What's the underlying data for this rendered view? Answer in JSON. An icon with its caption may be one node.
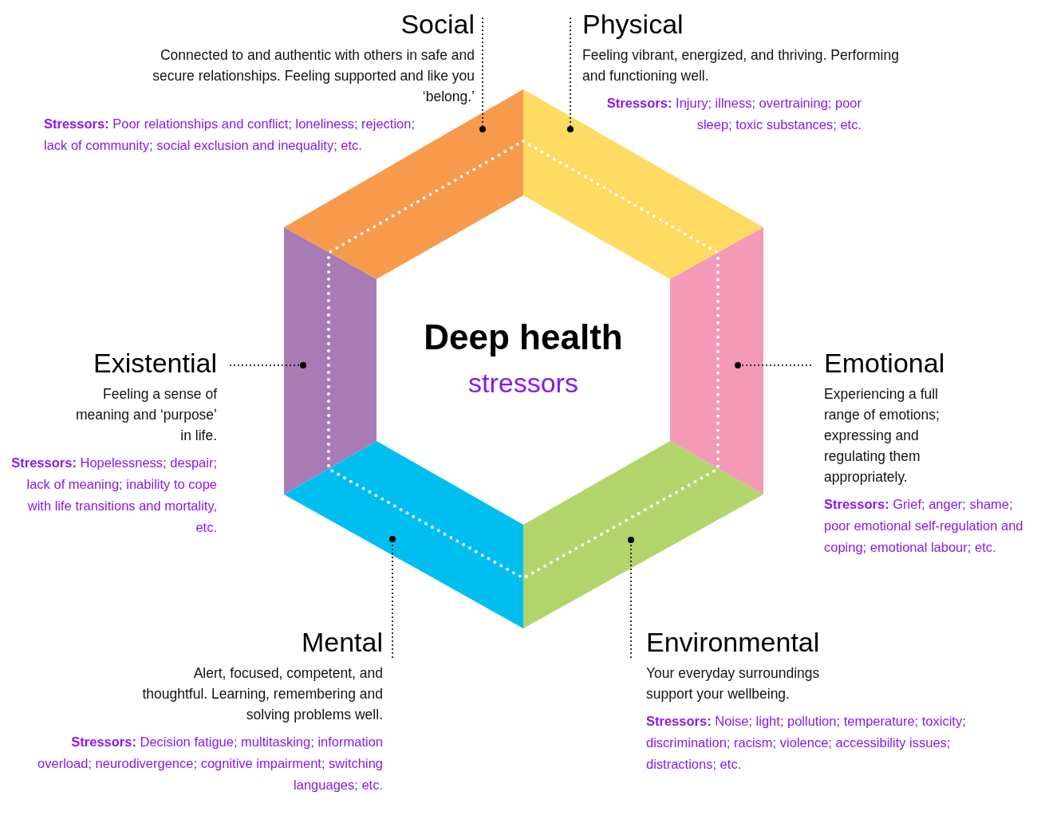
{
  "diagram": {
    "nodes": [
      {
        "text": [
          "Social",
          "Connected to and authentic with others in safe and secure relationships. Feeling supported and like you ‘belong.’",
          "**Stressors:** Poor relationships and conflict;  loneliness;  rejection;  lack of community;  social exclusion and inequality; etc."
        ]
      },
      {
        "text": [
          "Physical",
          "Feeling vibrant, energized, and thriving. Performing and functioning well.",
          "**Stressors:** Injury;  illness;  overtraining;  poor sleep;  toxic substances; etc."
        ]
      },
      {
        "text": [
          "Deep health",
          "stressors"
        ]
      },
      {
        "text": [],
        "shape": "trapezoid"
      },
      {
        "text": [],
        "shape": "trapezoid"
      },
      {
        "text": [],
        "shape": "trapezoid"
      },
      {
        "text": [],
        "shape": "trapezoid"
      },
      {
        "text": [],
        "shape": "trapezoid"
      },
      {
        "text": [],
        "shape": "trapezoid"
      },
      {
        "text": [
          "Existential",
          "Feeling a sense of meaning and ‘purpose’ in life.",
          "**Stressors:** Hopelessness;  despair;  lack of meaning;  inability to cope with life transitions and mortality, etc."
        ]
      },
      {
        "text": [
          "Emotional",
          "Experiencing a full range of emotions; expressing and regulating them appropriately.",
          "**Stressors:** Grief;  anger;  shame;  poor emotional self-regulation and coping;  emotional labour; etc."
        ]
      },
      {
        "text": [
          "Mental",
          "Alert, focused, competent, and thoughtful. Learning, remembering and solving problems well.",
          "**Stressors:** Decision fatigue;  multitasking;  information overload;  neurodivergence;  cognitive impairment;  switching languages; etc."
        ]
      },
      {
        "text": [
          "Environmental",
          "Your everyday surroundings support your wellbeing.",
          "**Stressors:** Noise;  light;  pollution;  temperature;  toxicity;  discrimination;  racism;  violence;  accessibility issues;  distractions; etc."
        ]
      }
    ],
    "edges": [
      {
        "from": 0,
        "to": 3,
        "arrow": "other",
        "style": "dashed"
      },
      {
        "from": 1,
        "to": 4,
        "arrow": "other",
        "style": "dashed"
      },
      {
        "from": 9,
        "to": 5,
        "arrow": "other",
        "style": "dashed"
      },
      {
        "from": 10,
        "to": 6,
        "arrow": "other",
        "style": "dashed"
      },
      {
        "from": 11,
        "to": 7,
        "arrow": "other",
        "style": "dashed"
      },
      {
        "from": 12,
        "to": 8,
        "arrow": "other",
        "style": "dashed"
      }
    ]
  }
}
